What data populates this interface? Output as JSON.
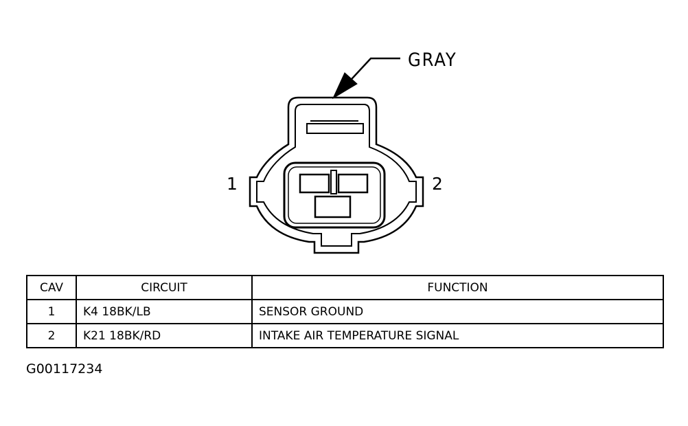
{
  "diagram": {
    "color_callout": "GRAY",
    "cavity_labels": [
      "1",
      "2"
    ]
  },
  "table": {
    "headers": [
      "CAV",
      "CIRCUIT",
      "FUNCTION"
    ],
    "rows": [
      {
        "cav": "1",
        "circuit": "K4 18BK/LB",
        "function": "SENSOR GROUND"
      },
      {
        "cav": "2",
        "circuit": "K21 18BK/RD",
        "function": "INTAKE AIR TEMPERATURE SIGNAL"
      }
    ]
  },
  "figure_id": "G00117234",
  "colors": {
    "ink": "#000000",
    "background": "#ffffff"
  }
}
